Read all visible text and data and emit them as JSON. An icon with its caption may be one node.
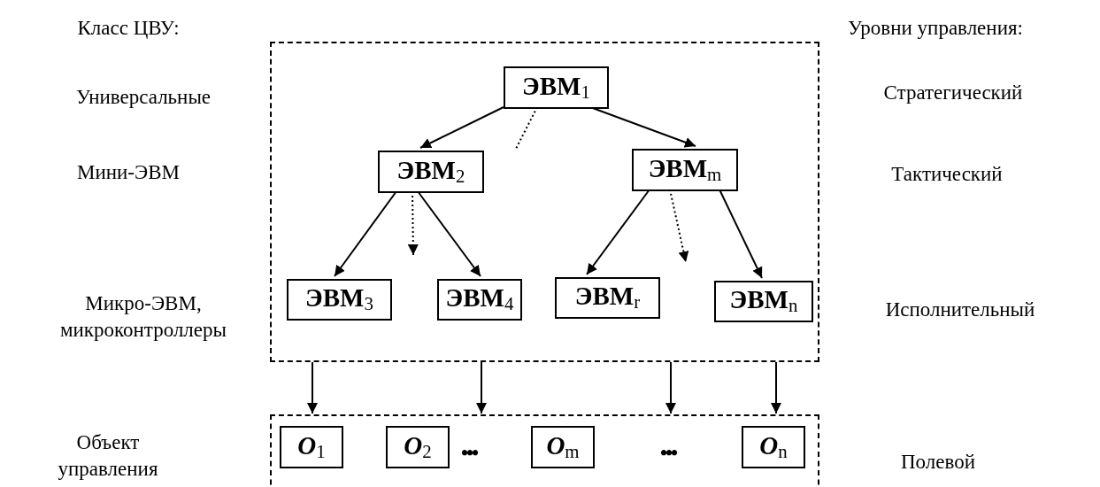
{
  "diagram": {
    "nodes": [
      {
        "text": [],
        "shape": "box"
      },
      {
        "text": [
          "ЭВМ$_{1}$"
        ],
        "in": 0
      },
      {
        "text": [
          "ЭВМ$_{2}$"
        ],
        "in": 0
      },
      {
        "text": [
          "ЭВМ$_{m}$"
        ],
        "in": 0
      },
      {
        "text": [
          "ЭВМ$_{3}$"
        ],
        "in": 0
      },
      {
        "text": [
          "ЭВМ$_{4}$"
        ],
        "in": 0
      },
      {
        "text": [
          "ЭВМ$_{r}$"
        ],
        "in": 0
      },
      {
        "text": [
          "ЭВМ$_{n}$"
        ],
        "in": 0
      },
      {
        "text": [],
        "shape": "box"
      },
      {
        "text": [
          "*O*$_{1}$"
        ],
        "in": 8
      },
      {
        "text": [
          "*O*$_{2}$"
        ],
        "in": 8
      },
      {
        "text": [
          "*O*$_{m}$"
        ],
        "in": 8
      },
      {
        "text": [
          "*O*$_{n}$"
        ],
        "in": 8
      }
    ],
    "edges": [
      {
        "from": 1,
        "to": 2,
        "arrow": "to"
      },
      {
        "from": 1,
        "to": 3,
        "arrow": "to"
      },
      {
        "from": 1,
        "to": null,
        "arrow": "none",
        "style": "dashed"
      },
      {
        "from": 2,
        "to": 4,
        "arrow": "to"
      },
      {
        "from": 2,
        "to": null,
        "arrow": "to",
        "style": "dashed"
      },
      {
        "from": 2,
        "to": 5,
        "arrow": "to"
      },
      {
        "from": 3,
        "to": 6,
        "arrow": "to"
      },
      {
        "from": 3,
        "to": null,
        "arrow": "to",
        "style": "dashed"
      },
      {
        "from": 3,
        "to": 7,
        "arrow": "to"
      },
      {
        "from": 0,
        "to": 8,
        "arrow": "to"
      },
      {
        "from": 0,
        "to": 8,
        "arrow": "to"
      },
      {
        "from": 0,
        "to": 8,
        "arrow": "to"
      },
      {
        "from": 0,
        "to": 8,
        "arrow": "to"
      }
    ],
    "labels": [
      "Класс ЦВУ:",
      "Уровни управления:",
      "Универсальные",
      "Стратегический",
      "Мини-ЭВМ",
      "Тактический",
      "Микро-ЭВМ, микроконтроллеры",
      "Исполнительный",
      "•••",
      "•••",
      "Объект управления",
      "Полевой"
    ]
  }
}
